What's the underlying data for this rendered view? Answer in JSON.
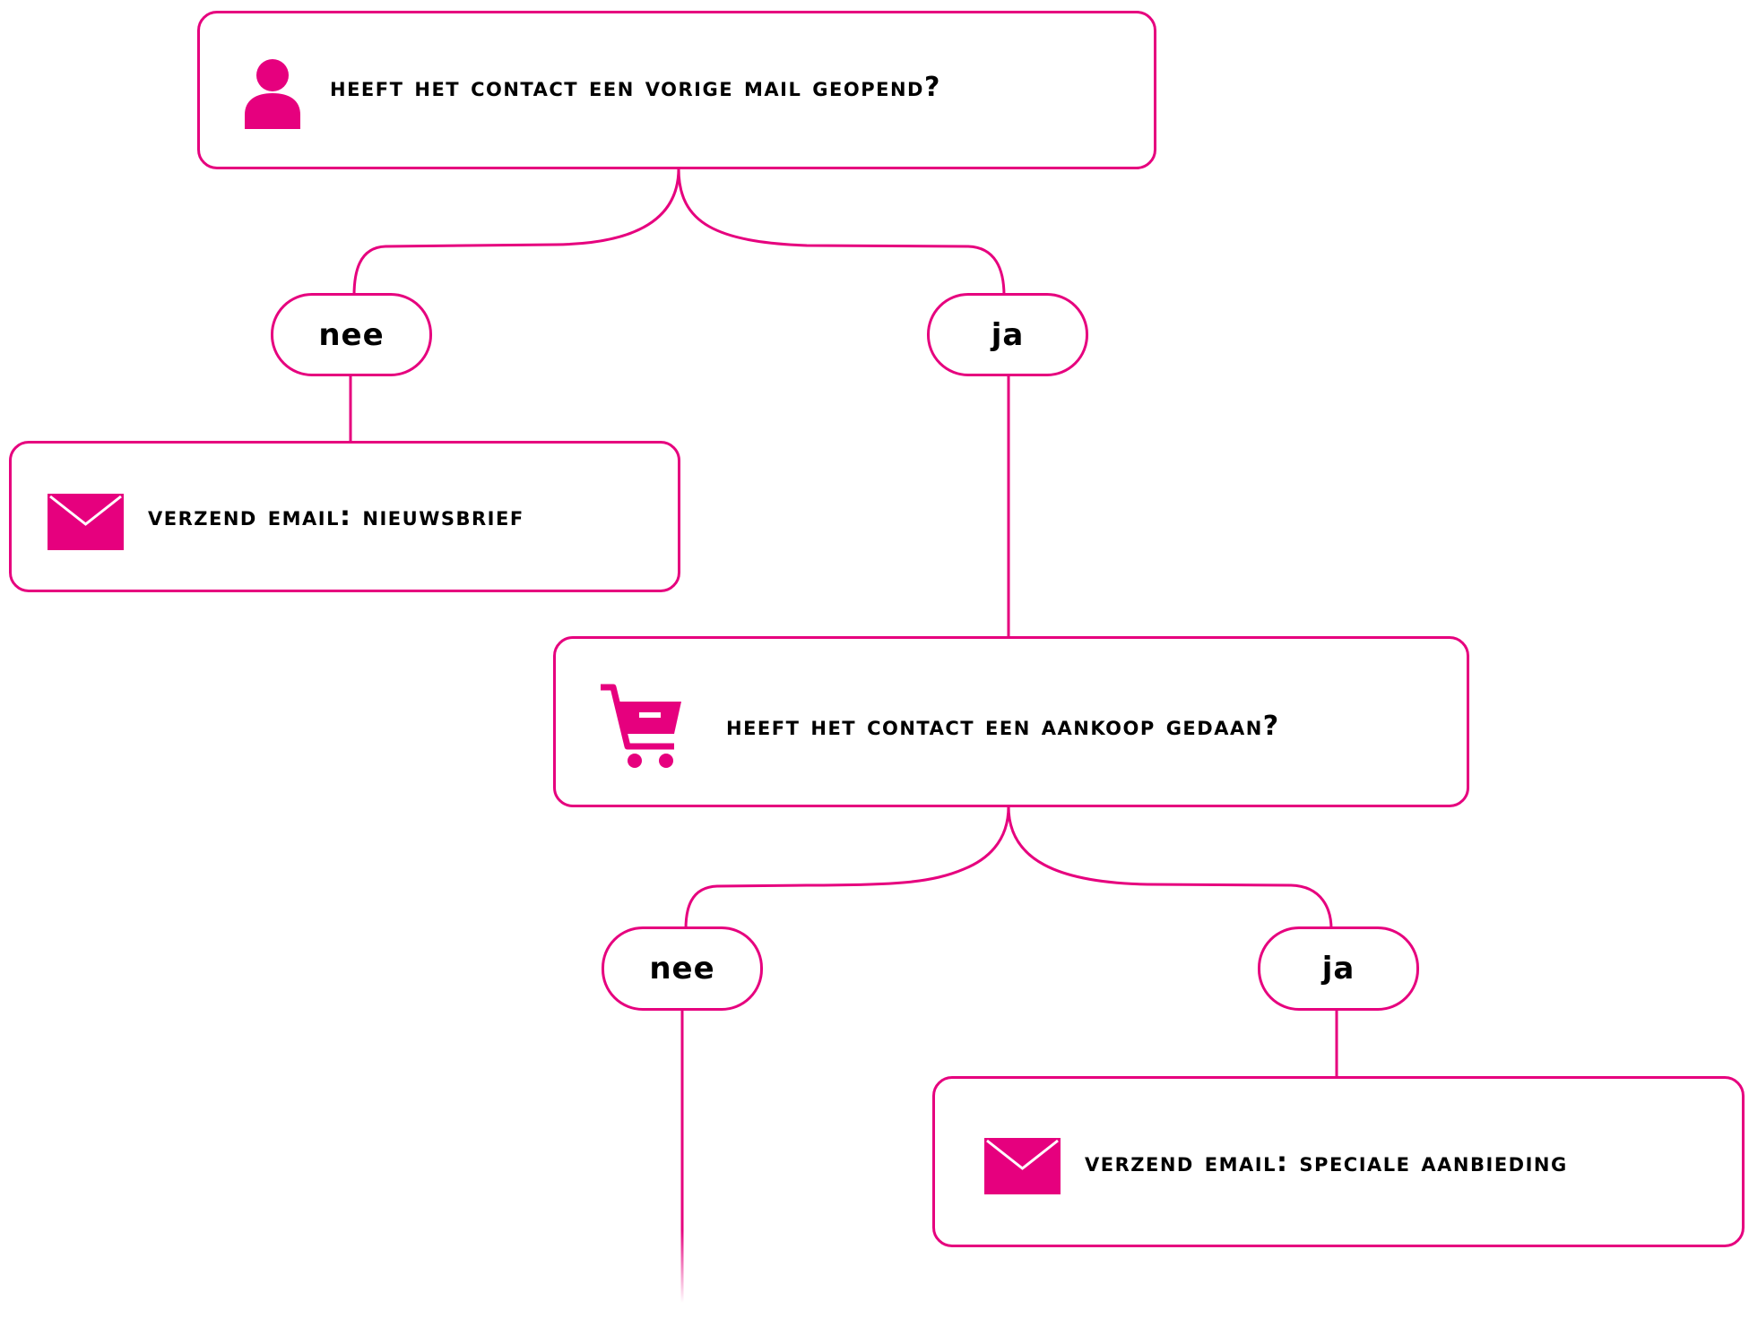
{
  "colors": {
    "accent": "#e6007e",
    "text": "#000000",
    "background": "#ffffff"
  },
  "nodes": {
    "q1": {
      "icon": "person-icon",
      "text": "Heeft het contact een vorige mail geopend?"
    },
    "q1_no": {
      "text": "nee"
    },
    "q1_yes": {
      "text": "ja"
    },
    "email1": {
      "icon": "envelope-icon",
      "text": "Verzend email: Nieuwsbrief"
    },
    "q2": {
      "icon": "shopping-cart-icon",
      "text": "Heeft het contact een aankoop gedaan?"
    },
    "q2_no": {
      "text": "nee"
    },
    "q2_yes": {
      "text": "ja"
    },
    "email2": {
      "icon": "envelope-icon",
      "text": "Verzend email: Speciale aanbieding"
    }
  }
}
